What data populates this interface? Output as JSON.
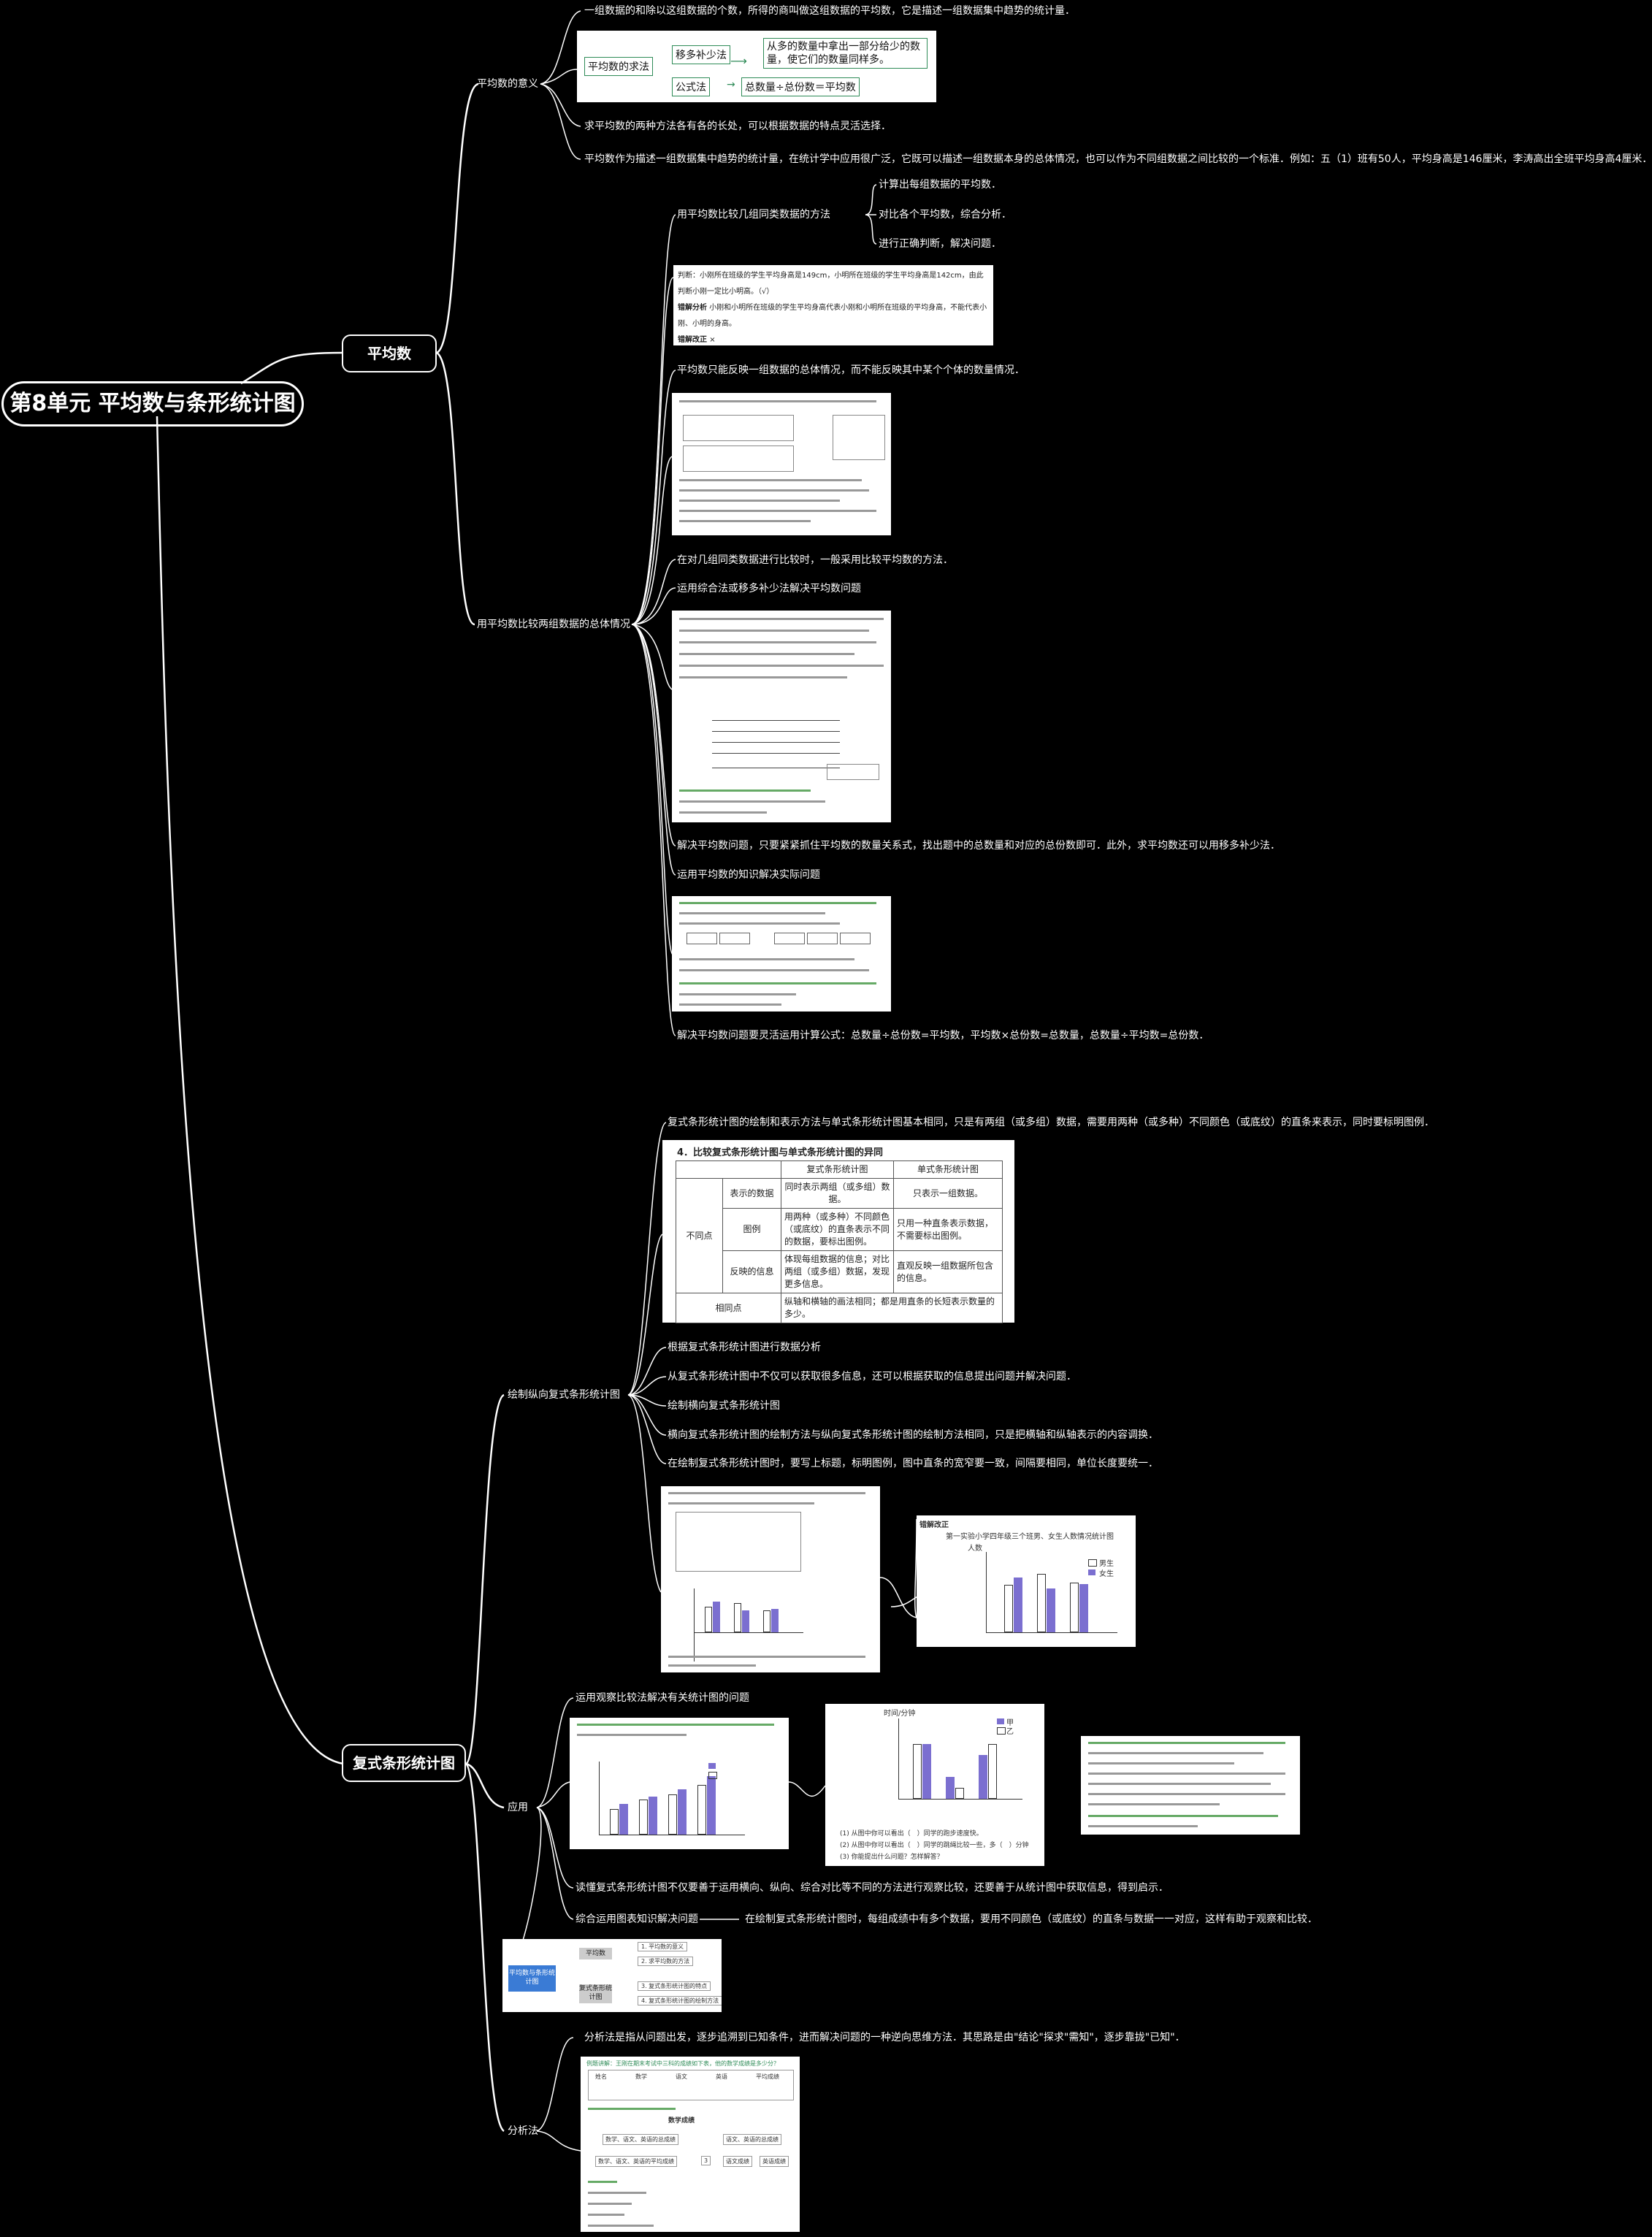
{
  "root": {
    "title": "第8单元 平均数与条形统计图"
  },
  "branches": {
    "avg": {
      "label": "平均数"
    },
    "bar": {
      "label": "复式条形统计图"
    }
  },
  "avg_meaning": {
    "label": "平均数的意义",
    "items": [
      "一组数据的和除以这组数据的个数，所得的商叫做这组数据的平均数，它是描述一组数据集中趋势的统计量．",
      "求平均数的两种方法各有各的长处，可以根据数据的特点灵活选择．",
      "平均数作为描述一组数据集中趋势的统计量，在统计学中应用很广泛，它既可以描述一组数据本身的总体情况，也可以作为不同组数据之间比较的一个标准．例如：五（1）班有50人，平均身高是146厘米，李涛高出全班平均身高4厘米．"
    ],
    "method_box": {
      "root": "平均数的求法",
      "m1": "移多补少法",
      "m1_desc": "从多的数量中拿出一部分给少的数量，使它们的数量同样多。",
      "m2": "公式法",
      "m2_desc": "总数量÷总份数＝平均数"
    }
  },
  "avg_compare": {
    "label": "用平均数比较两组数据的总体情况",
    "method": {
      "label": "用平均数比较几组同类数据的方法",
      "steps": [
        "计算出每组数据的平均数．",
        "对比各个平均数，综合分析．",
        "进行正确判断，解决问题．"
      ]
    },
    "items": [
      "平均数只能反映一组数据的总体情况，而不能反映其中某个个体的数量情况．",
      "在对几组同类数据进行比较时，一般采用比较平均数的方法．",
      "运用综合法或移多补少法解决平均数问题",
      "解决平均数问题，只要紧紧抓住平均数的数量关系式，找出题中的总数量和对应的总份数即可．此外，求平均数还可以用移多补少法．",
      "运用平均数的知识解决实际问题",
      "解决平均数问题要灵活运用计算公式：总数量÷总份数=平均数，平均数×总份数=总数量，总数量÷平均数=总份数．"
    ],
    "example1": {
      "q": "判断：小刚所在班级的学生平均身高是149cm，小明所在班级的学生平均身高是142cm，由此判断小刚一定比小明高。（√）",
      "analysis_tag": "错解分析",
      "analysis": "小刚和小明所在班级的学生平均身高代表小刚和小明所在班级的平均身高，不能代表小刚、小明的身高。",
      "fix_tag": "错解改正",
      "fix": "×"
    }
  },
  "bar_draw": {
    "label": "绘制纵向复式条形统计图",
    "items": [
      "复式条形统计图的绘制和表示方法与单式条形统计图基本相同，只是有两组（或多组）数据，需要用两种（或多种）不同颜色（或底纹）的直条来表示，同时要标明图例．",
      "根据复式条形统计图进行数据分析",
      "从复式条形统计图中不仅可以获取很多信息，还可以根据获取的信息提出问题并解决问题．",
      "绘制横向复式条形统计图",
      "横向复式条形统计图的绘制方法与纵向复式条形统计图的绘制方法相同，只是把横轴和纵轴表示的内容调换．",
      "在绘制复式条形统计图时，要写上标题，标明图例，图中直条的宽窄要一致，间隔要相同，单位长度要统一．"
    ],
    "compare_table": {
      "title": "4．比较复式条形统计图与单式条形统计图的异同",
      "col_double": "复式条形统计图",
      "col_single": "单式条形统计图",
      "diff": "不同点",
      "same": "相同点",
      "r1_name": "表示的数据",
      "r1_double": "同时表示两组（或多组）数据。",
      "r1_single": "只表示一组数据。",
      "r2_name": "图例",
      "r2_double": "用两种（或多种）不同颜色（或底纹）的直条表示不同的数据，要标出图例。",
      "r2_single": "只用一种直条表示数据，不需要标出图例。",
      "r3_name": "反映的信息",
      "r3_double": "体现每组数据的信息；对比两组（或多组）数据，发现更多信息。",
      "r3_single": "直观反映一组数据所包含的信息。",
      "same_text": "纵轴和横轴的画法相同；都是用直条的长短表示数量的多少。"
    },
    "fix_chart": {
      "tag": "错解改正",
      "title": "第一实验小学四年级三个班男、女生人数情况统计图",
      "ylabel": "人数",
      "legend_a": "男生",
      "legend_b": "女生"
    }
  },
  "bar_apply": {
    "label": "应用",
    "items": [
      "运用观察比较法解决有关统计图的问题",
      "读懂复式条形统计图不仅要善于运用横向、纵向、综合对比等不同的方法进行观察比较，还要善于从统计图中获取信息，得到启示．",
      "综合运用图表知识解决问题",
      "在绘制复式条形统计图时，每组成绩中有多个数据，要用不同颜色（或底纹）的直条与数据一一对应，这样有助于观察和比较．"
    ],
    "chart2": {
      "ylabel": "时间/分钟",
      "legend_a": "甲",
      "legend_b": "乙",
      "questions": [
        "(1) 从图中你可以看出（　）同学的跑步速度快。",
        "(2) 从图中你可以看出（　）同学的跳绳比较一些，多（　）分钟",
        "(3) 你能提出什么问题？怎样解答？"
      ]
    },
    "map": {
      "center": "平均数与条形统计图",
      "n1": "平均数",
      "n2": "复式条形统计图",
      "l1": "1. 平均数的意义",
      "l2": "2. 求平均数的方法",
      "l3": "3. 复式条形统计图的特点",
      "l4": "4. 复式条形统计图的绘制方法"
    }
  },
  "analysis": {
    "label": "分析法",
    "item": "分析法是指从问题出发，逐步追溯到已知条件，进而解决问题的一种逆向思维方法．其思路是由\"结论\"探求\"需知\"，逐步靠拢\"已知\"．",
    "box": {
      "q": "例题讲解：王刚在期末考试中三科的成绩如下表，他的数学成绩是多少分？",
      "h_name": "姓名",
      "h_math": "数学",
      "h_chinese": "语文",
      "h_english": "英语",
      "h_avg": "平均成绩",
      "center": "数学成绩",
      "s1": "数学、语文、英语的总成绩",
      "s2": "语文、英语的总成绩",
      "s3": "数学、语文、英语的平均成绩",
      "s4": "3",
      "s5": "语文成绩",
      "s6": "英语成绩"
    }
  },
  "colors": {
    "background": "#000000",
    "line": "#ffffff",
    "accent": "#2e8b57",
    "legend_a": "#ffffff",
    "legend_b": "#7b6fd0"
  }
}
